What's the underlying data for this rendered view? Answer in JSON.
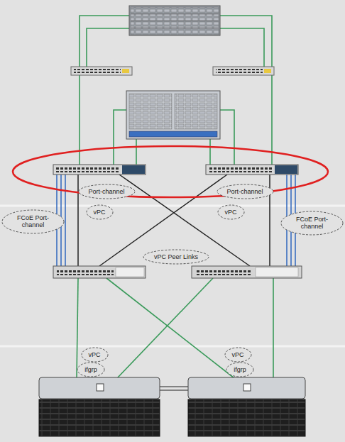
{
  "diagram": {
    "nodes": [
      {
        "text": [
          "Port-channel"
        ]
      },
      {
        "text": [
          "Port-channel"
        ]
      },
      {
        "text": [
          "vPC"
        ]
      },
      {
        "text": [
          "vPC"
        ]
      },
      {
        "text": [
          "FCoE Port-channel"
        ]
      },
      {
        "text": [
          "FCoE Port-channel"
        ]
      },
      {
        "text": [
          "vPC Peer Links"
        ]
      },
      {
        "text": [
          "vPC"
        ]
      },
      {
        "text": [
          "vPC"
        ]
      },
      {
        "text": [
          "ifgrp"
        ]
      },
      {
        "text": [
          "ifgrp"
        ]
      }
    ]
  }
}
